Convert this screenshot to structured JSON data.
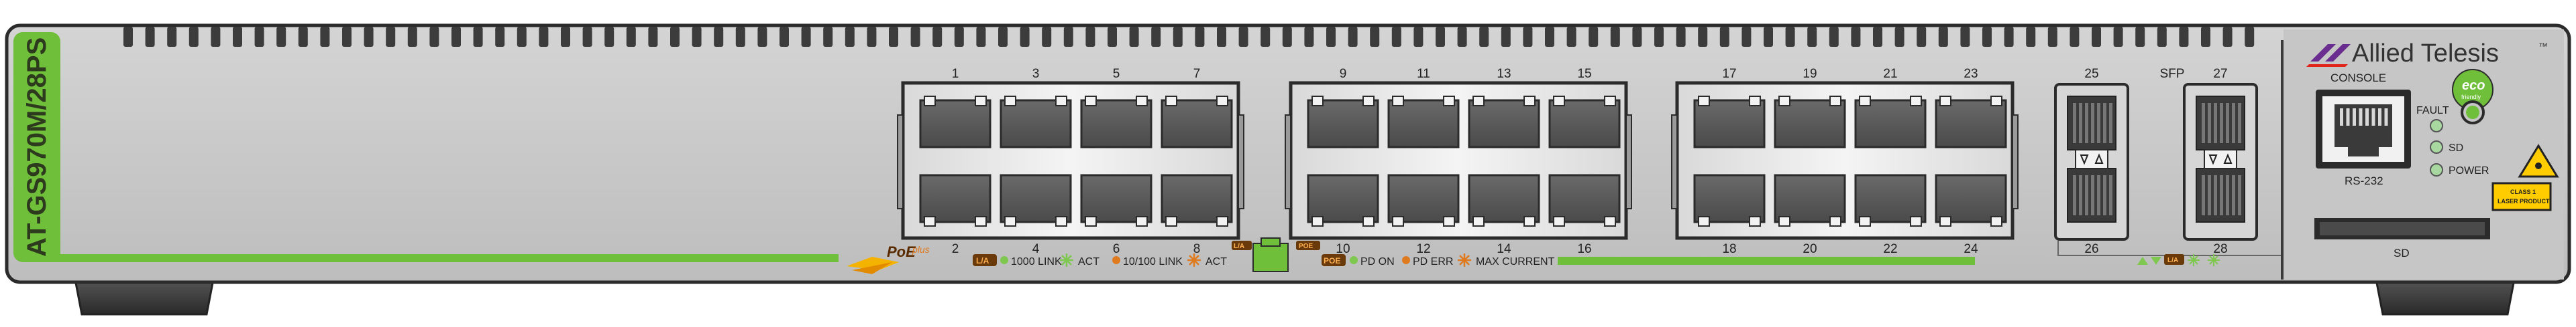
{
  "device": {
    "model": "AT-GS970M/28PS",
    "brand": "Allied Telesis",
    "trademark": "™"
  },
  "poe": {
    "badge_main": "PoE",
    "badge_plus": "plus"
  },
  "ports": {
    "top_labels": [
      "1",
      "3",
      "5",
      "7",
      "9",
      "11",
      "13",
      "15",
      "17",
      "19",
      "21",
      "23"
    ],
    "bottom_labels": [
      "2",
      "4",
      "6",
      "8",
      "10",
      "12",
      "14",
      "16",
      "18",
      "20",
      "22",
      "24"
    ]
  },
  "sfp": {
    "title": "SFP",
    "top_labels": [
      "25",
      "27"
    ],
    "bottom_labels": [
      "26",
      "28"
    ]
  },
  "legend": {
    "la_tag": "L/A",
    "link_1000": "1000 LINK",
    "act": "ACT",
    "link_10100": "10/100 LINK",
    "poe_tag": "POE",
    "pd_on": "PD ON",
    "pd_err": "PD ERR",
    "max_current": "MAX CURRENT",
    "l_a_small": "L/A",
    "poe_small": "POE"
  },
  "console": {
    "label": "CONSOLE",
    "port_label": "RS-232"
  },
  "eco": {
    "label": "eco",
    "sub": "friendly"
  },
  "status_leds": {
    "fault": "FAULT",
    "sd": "SD",
    "power": "POWER"
  },
  "laser": {
    "line1": "CLASS 1",
    "line2": "LASER PRODUCT"
  },
  "sd_slot": {
    "label": "SD"
  },
  "colors": {
    "panel": "#c9c9c9",
    "frame": "#2b2b2b",
    "green_accent": "#6fbf3a",
    "port_dark": "#5b5b5b",
    "brand_purple": "#6a2d8f",
    "led_orange": "#e07a1e",
    "led_green": "#7ec850"
  }
}
